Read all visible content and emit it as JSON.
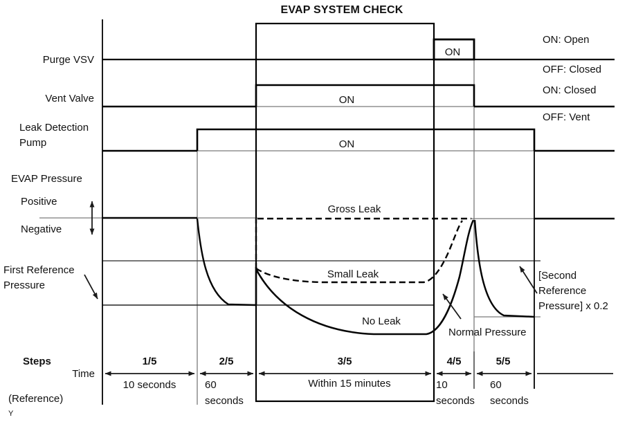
{
  "title": "EVAP SYSTEM CHECK",
  "colors": {
    "line": "#000000",
    "secondary_line": "#7a7a7a",
    "background": "#ffffff"
  },
  "signals": {
    "purge_vsv": {
      "label": "Purge VSV",
      "on_label": "ON",
      "legend_on": "ON: Open",
      "legend_off": "OFF: Closed"
    },
    "vent_valve": {
      "label": "Vent Valve",
      "on_label": "ON",
      "legend_on": "ON: Closed",
      "legend_off": "OFF: Vent"
    },
    "leak_detection_pump": {
      "label_line1": "Leak Detection",
      "label_line2": "Pump",
      "on_label": "ON"
    }
  },
  "pressure": {
    "label": "EVAP Pressure",
    "positive_label": "Positive",
    "negative_label": "Negative",
    "first_reference_line1": "First Reference",
    "first_reference_line2": "Pressure",
    "curve_labels": {
      "gross_leak": "Gross Leak",
      "small_leak": "Small Leak",
      "no_leak": "No Leak",
      "normal_pressure": "Normal Pressure"
    },
    "second_reference_line1": "[Second",
    "second_reference_line2": "Reference",
    "second_reference_line3": "Pressure] x 0.2"
  },
  "timeline": {
    "steps_label": "Steps",
    "time_label": "Time",
    "reference_label": "(Reference)",
    "steps": [
      {
        "id": "1/5",
        "duration": "10 seconds"
      },
      {
        "id": "2/5",
        "duration_line1": "60",
        "duration_line2": "seconds"
      },
      {
        "id": "3/5",
        "duration": "Within 15 minutes"
      },
      {
        "id": "4/5",
        "duration_line1": "10",
        "duration_line2": "seconds"
      },
      {
        "id": "5/5",
        "duration_line1": "60",
        "duration_line2": "seconds"
      }
    ]
  },
  "footnote": "Y"
}
